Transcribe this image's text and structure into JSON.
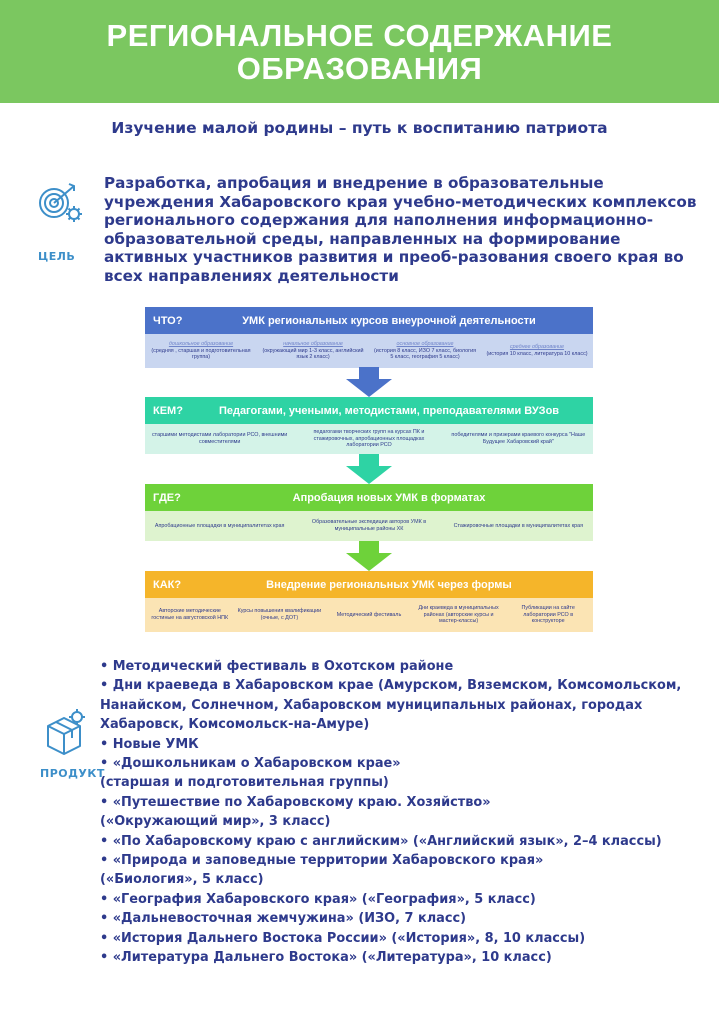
{
  "header": {
    "title_line1": "РЕГИОНАЛЬНОЕ СОДЕРЖАНИЕ",
    "title_line2": "ОБРАЗОВАНИЯ",
    "subtitle": "Изучение малой родины – путь к воспитанию патриота"
  },
  "goal": {
    "label": "ЦЕЛЬ",
    "icon": "target-gear-icon",
    "text": "Разработка, апробация и внедрение в образовательные учреждения Хабаровского края учебно-методических комплексов регионального содержания для наполнения информационно-образовательной среды, направленных на формирование активных участников развития и преоб-разования своего края во всех направлениях деятельности"
  },
  "diagram": {
    "steps": [
      {
        "key": "ЧТО?",
        "title": "УМК региональных курсов внеурочной деятельности",
        "color": "#4b72c9",
        "cell_color": "#c9d6f0",
        "cells": [
          {
            "italic": "дошкольное образование",
            "text": "(средняя , старшая и подготовительная группа)"
          },
          {
            "italic": "начальное образование",
            "text": "(окружающий мир 1-3 класс, английский язык 2 класс)"
          },
          {
            "italic": "основное образование",
            "text": "(история 8 класс, ИЗО 7 класс, биология 5 класс, география 5 класс)"
          },
          {
            "italic": "среднее образование",
            "text": "(история 10 класс, литература 10 класс)"
          }
        ]
      },
      {
        "key": "КЕМ?",
        "title": "Педагогами, учеными, методистами, преподавателями ВУЗов",
        "color": "#2ed3a4",
        "cell_color": "#d4f3e8",
        "cells": [
          {
            "italic": "",
            "text": "старшими методистами лаборатории РСО, внешними совместителями"
          },
          {
            "italic": "",
            "text": "педагогами творческих групп на курсах ПК и стажировочных, апробационных площадках лаборатории РСО"
          },
          {
            "italic": "",
            "text": "победителями и призерами краевого конкурса \"Наше Будущее Хабаровский край\""
          }
        ]
      },
      {
        "key": "ГДЕ?",
        "title": "Апробация новых УМК в форматах",
        "color": "#6ed23a",
        "cell_color": "#def3cf",
        "cells": [
          {
            "italic": "",
            "text": "Апробационные площадки в муниципалитетах края"
          },
          {
            "italic": "",
            "text": "Образовательные экспедиции авторов УМК в муниципальные районы ХК"
          },
          {
            "italic": "",
            "text": "Стажировочные площадки в муниципалитетах края"
          }
        ]
      },
      {
        "key": "КАК?",
        "title": "Внедрение региональных УМК через формы",
        "color": "#f5b52a",
        "cell_color": "#fbe4b4",
        "cells": [
          {
            "italic": "",
            "text": "Авторские методические гостиные на августовской НПК"
          },
          {
            "italic": "",
            "text": "Курсы повышения квалификации (очные, с ДОТ)"
          },
          {
            "italic": "",
            "text": "Методический фестиваль"
          },
          {
            "italic": "",
            "text": "Дни краеведа в муниципальных районах (авторские курсы и мастер-классы)"
          },
          {
            "italic": "",
            "text": "Публикации на сайте лаборатории РСО в конструкторе"
          }
        ]
      }
    ]
  },
  "product": {
    "label": "ПРОДУКТ",
    "icon": "box-gear-icon",
    "items": [
      "• Методический фестиваль в Охотском районе",
      "• Дни краеведа в Хабаровском крае (Амурском, Вяземском, Комсомольском, Нанайском, Солнечном, Хабаровском муниципальных районах, городах Хабаровск, Комсомольск-на-Амуре)",
      "• Новые УМК",
      "• «Дошкольникам о Хабаровском крае» (старшая и подготовительная группы)",
      "• «Путешествие по Хабаровскому краю. Хозяйство» («Окружающий мир», 3 класс)",
      "• «По Хабаровскому краю с английским» («Английский язык», 2–4 классы)",
      "• «Природа и заповедные территории Хабаровского края» («Биология», 5 класс)",
      "• «География Хабаровского края» («География», 5 класс)",
      "• «Дальневосточная жемчужина» (ИЗО, 7 класс)",
      "• «История Дальнего Востока России» («История», 8, 10 классы)",
      "• «Литература Дальнего Востока» («Литература», 10 класс)"
    ]
  },
  "colors": {
    "banner": "#7bc760",
    "text": "#2e3a8c",
    "label": "#3d8fc9"
  }
}
